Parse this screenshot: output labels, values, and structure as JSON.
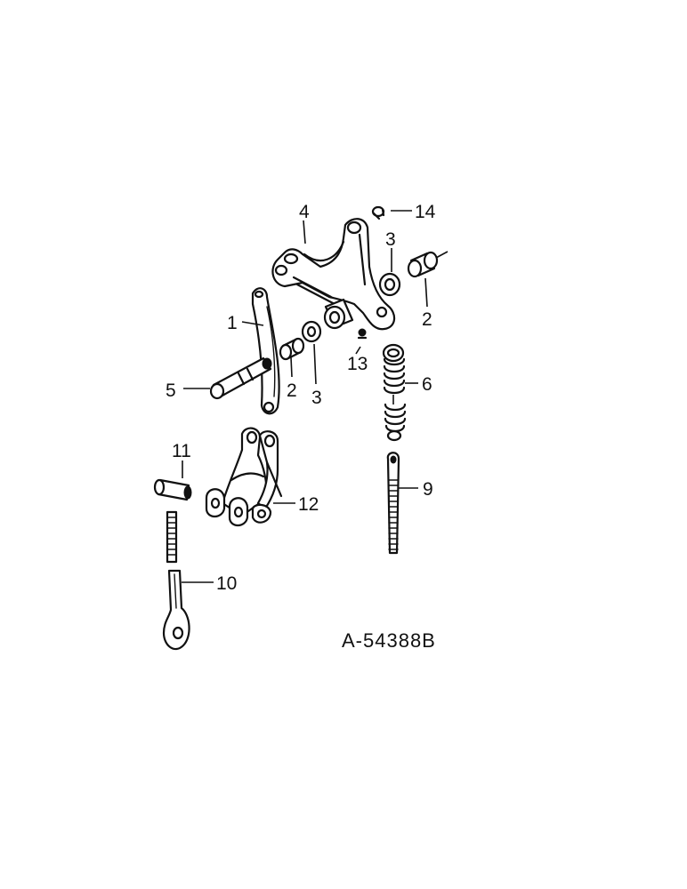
{
  "drawing": {
    "number": "A-54388B"
  },
  "callouts": {
    "c1": "1",
    "c2a": "2",
    "c2b": "2",
    "c3a": "3",
    "c3b": "3",
    "c4": "4",
    "c5": "5",
    "c6": "6",
    "c9": "9",
    "c10": "10",
    "c11": "11",
    "c12": "12",
    "c13": "13",
    "c14": "14"
  }
}
